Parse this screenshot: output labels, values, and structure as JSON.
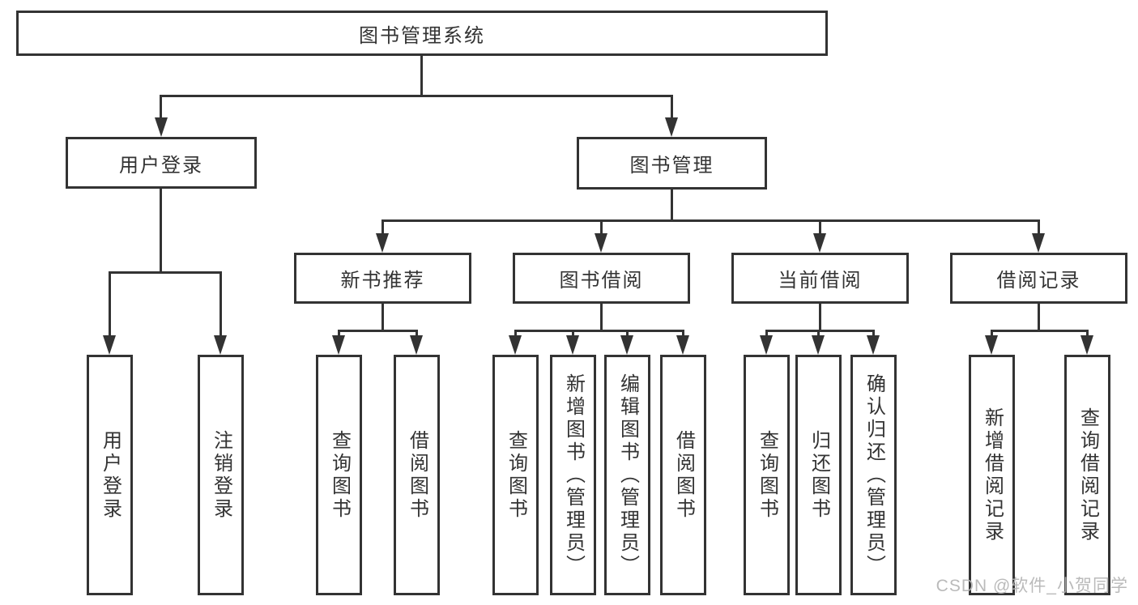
{
  "title": "图书管理系统",
  "colors": {
    "line": "#333333",
    "text": "#333333",
    "background": "#ffffff",
    "watermark": "#b3b3b3"
  },
  "tree": {
    "root": {
      "label": "图书管理系统"
    },
    "level2": [
      {
        "label": "用户登录"
      },
      {
        "label": "图书管理"
      }
    ],
    "level3": [
      {
        "label": "新书推荐",
        "parent": "图书管理"
      },
      {
        "label": "图书借阅",
        "parent": "图书管理"
      },
      {
        "label": "当前借阅",
        "parent": "图书管理"
      },
      {
        "label": "借阅记录",
        "parent": "图书管理"
      }
    ],
    "leaves": [
      {
        "label": "用户登录",
        "parent": "用户登录"
      },
      {
        "label": "注销登录",
        "parent": "用户登录"
      },
      {
        "label": "查询图书",
        "parent": "新书推荐"
      },
      {
        "label": "借阅图书",
        "parent": "新书推荐"
      },
      {
        "label": "查询图书",
        "parent": "图书借阅"
      },
      {
        "label": "新增图书（管理员）",
        "parent": "图书借阅"
      },
      {
        "label": "编辑图书（管理员）",
        "parent": "图书借阅"
      },
      {
        "label": "借阅图书",
        "parent": "图书借阅"
      },
      {
        "label": "查询图书",
        "parent": "当前借阅"
      },
      {
        "label": "归还图书",
        "parent": "当前借阅"
      },
      {
        "label": "确认归还（管理员）",
        "parent": "当前借阅"
      },
      {
        "label": "新增借阅记录",
        "parent": "借阅记录"
      },
      {
        "label": "查询借阅记录",
        "parent": "借阅记录"
      }
    ]
  },
  "watermark": "CSDN @软件_小贺同学"
}
